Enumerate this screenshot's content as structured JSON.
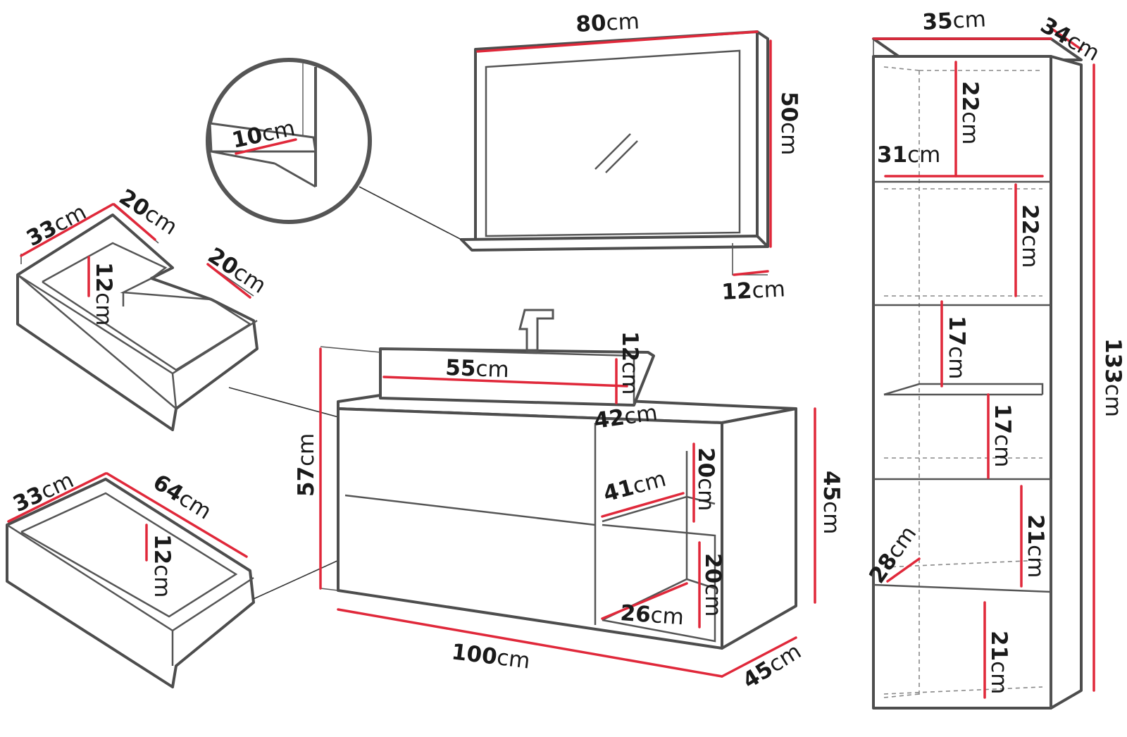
{
  "unit": "cm",
  "dimensions": {
    "mirror_width": "80",
    "mirror_height": "50",
    "mirror_shelf_depth": "12",
    "mirror_shelf_detail": "10",
    "top_drawer_width": "33",
    "top_drawer_depth_left": "20",
    "top_drawer_height": "12",
    "top_drawer_depth_right": "20",
    "bottom_drawer_width": "33",
    "bottom_drawer_depth": "64",
    "bottom_drawer_height": "12",
    "basin_width": "55",
    "basin_height": "12",
    "basin_depth": "42",
    "vanity_height_total": "57",
    "vanity_body_height": "45",
    "vanity_width": "100",
    "vanity_depth": "45",
    "vanity_shelf_width": "41",
    "vanity_shelf_upper_height": "20",
    "vanity_shelf_lower_height": "20",
    "vanity_shelf_depth": "26",
    "column_width": "35",
    "column_depth": "34",
    "column_height": "133",
    "column_inner_width": "31",
    "column_shelf_1": "22",
    "column_shelf_2": "22",
    "column_shelf_3": "17",
    "column_shelf_4": "17",
    "column_shelf_5": "21",
    "column_shelf_6": "21",
    "column_inner_depth": "28"
  }
}
